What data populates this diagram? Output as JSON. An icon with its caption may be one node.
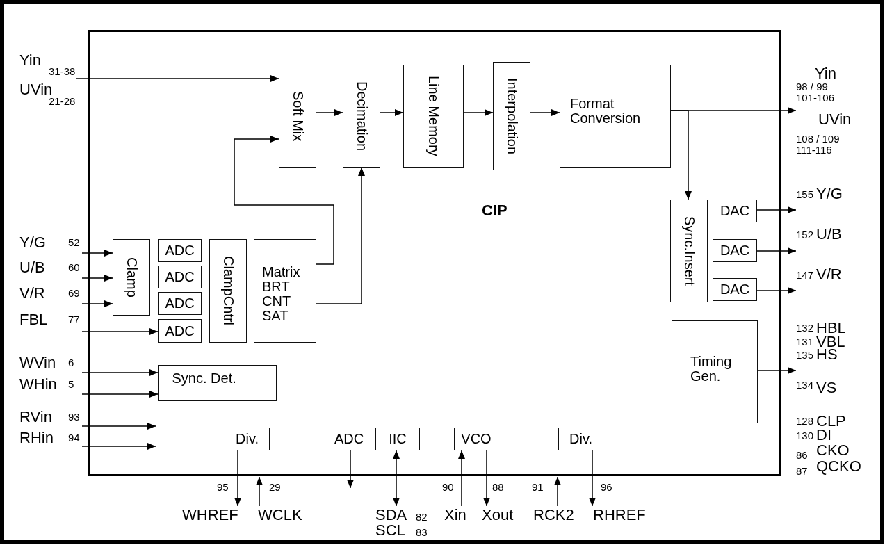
{
  "diagram": {
    "nodes": [
      {
        "text": [
          "CIP"
        ]
      },
      {
        "text": [
          "Soft Mix"
        ],
        "in": 0
      },
      {
        "text": [
          "Decimation"
        ],
        "in": 0
      },
      {
        "text": [
          "Line Memory"
        ],
        "in": 0
      },
      {
        "text": [
          "Interpolation"
        ],
        "in": 0
      },
      {
        "text": [
          "Format Conversion"
        ],
        "in": 0
      },
      {
        "text": [
          "Clamp"
        ],
        "in": 0
      },
      {
        "text": [
          "ADC"
        ],
        "in": 0
      },
      {
        "text": [
          "ADC"
        ],
        "in": 0
      },
      {
        "text": [
          "ADC"
        ],
        "in": 0
      },
      {
        "text": [
          "ADC"
        ],
        "in": 0
      },
      {
        "text": [
          "ClampCntrl"
        ],
        "in": 0
      },
      {
        "text": [
          "Matrix BRT CNT SAT"
        ],
        "in": 0
      },
      {
        "text": [
          "Sync.Insert"
        ],
        "in": 0
      },
      {
        "text": [
          "DAC"
        ],
        "in": 0
      },
      {
        "text": [
          "DAC"
        ],
        "in": 0
      },
      {
        "text": [
          "DAC"
        ],
        "in": 0
      },
      {
        "text": [
          "Sync. Det."
        ],
        "in": 0
      },
      {
        "text": [
          "Timing Gen."
        ],
        "in": 0
      },
      {
        "text": [
          "Div."
        ],
        "in": 0
      },
      {
        "text": [
          "ADC"
        ],
        "in": 0
      },
      {
        "text": [
          "IIC"
        ],
        "in": 0
      },
      {
        "text": [
          "VCO"
        ],
        "in": 0
      },
      {
        "text": [
          "Div."
        ],
        "in": 0
      },
      {
        "text": [
          "Yin",
          "31-38",
          "UVin",
          "21-28"
        ]
      },
      {
        "text": [
          "Y/G",
          "52"
        ]
      },
      {
        "text": [
          "U/B",
          "60"
        ]
      },
      {
        "text": [
          "V/R",
          "69"
        ]
      },
      {
        "text": [
          "FBL",
          "77"
        ]
      },
      {
        "text": [
          "WVin",
          "6"
        ]
      },
      {
        "text": [
          "WHin",
          "5"
        ]
      },
      {
        "text": [
          "RVin",
          "93"
        ]
      },
      {
        "text": [
          "RHin",
          "94"
        ]
      },
      {
        "text": [
          "Yin",
          "98 / 99",
          "101-106",
          "UVin",
          "108 / 109",
          "111-116"
        ]
      },
      {
        "text": [
          "155",
          "Y/G"
        ]
      },
      {
        "text": [
          "152",
          "U/B"
        ]
      },
      {
        "text": [
          "147",
          "V/R"
        ]
      },
      {
        "text": [
          "132",
          "HBL",
          "131",
          "VBL",
          "135",
          "HS",
          "134",
          "VS"
        ]
      },
      {
        "text": [
          "WHREF"
        ],
        "beside": [
          "95"
        ]
      },
      {
        "text": [
          "WCLK"
        ],
        "beside": [
          "29"
        ]
      },
      {
        "text": [
          "SDA",
          "SCL"
        ],
        "beside": [
          "82",
          "83"
        ]
      },
      {
        "text": [
          "Xin"
        ],
        "beside": [
          "90"
        ]
      },
      {
        "text": [
          "Xout"
        ],
        "beside": [
          "88"
        ]
      },
      {
        "text": [
          "RCK2"
        ],
        "beside": [
          "91"
        ]
      },
      {
        "text": [
          "RHREF"
        ],
        "beside": [
          "96"
        ]
      }
    ],
    "edges": [
      {
        "from": 24,
        "to": 1,
        "arrow": "to"
      },
      {
        "from": 12,
        "to": 1,
        "arrow": "to"
      },
      {
        "from": 12,
        "to": 2,
        "arrow": "to"
      },
      {
        "from": 1,
        "to": 2,
        "arrow": "to"
      },
      {
        "from": 2,
        "to": 3,
        "arrow": "to"
      },
      {
        "from": 3,
        "to": 4,
        "arrow": "to"
      },
      {
        "from": 4,
        "to": 5,
        "arrow": "to"
      },
      {
        "from": 5,
        "to": 33,
        "arrow": "to"
      },
      {
        "from": 5,
        "to": 13,
        "arrow": "to"
      },
      {
        "from": 25,
        "to": 6,
        "arrow": "to"
      },
      {
        "from": 26,
        "to": 6,
        "arrow": "to"
      },
      {
        "from": 27,
        "to": 6,
        "arrow": "to"
      },
      {
        "from": 28,
        "to": 10,
        "arrow": "to"
      },
      {
        "from": 29,
        "to": 17,
        "arrow": "to"
      },
      {
        "from": 30,
        "to": 17,
        "arrow": "to"
      },
      {
        "from": 14,
        "to": 34,
        "arrow": "to"
      },
      {
        "from": 15,
        "to": 35,
        "arrow": "to"
      },
      {
        "from": 16,
        "to": 36,
        "arrow": "to"
      },
      {
        "from": 18,
        "to": 37,
        "arrow": "to"
      },
      {
        "from": 19,
        "to": 38,
        "arrow": "to"
      },
      {
        "from": 39,
        "to": 0,
        "arrow": "to"
      },
      {
        "from": 20,
        "to": null,
        "arrow": "to"
      },
      {
        "from": 21,
        "to": 40,
        "arrow": "both"
      },
      {
        "from": 41,
        "to": 22,
        "arrow": "to"
      },
      {
        "from": 22,
        "to": 42,
        "arrow": "to"
      },
      {
        "from": 43,
        "to": 0,
        "arrow": "to"
      },
      {
        "from": 23,
        "to": 44,
        "arrow": "to"
      },
      {
        "from": 31,
        "to": null,
        "arrow": "to"
      },
      {
        "from": 32,
        "to": null,
        "arrow": "to"
      }
    ],
    "labels": [
      "128",
      "CLP",
      "130",
      "DI",
      "86",
      "CKO",
      "87",
      "QCKO"
    ]
  }
}
